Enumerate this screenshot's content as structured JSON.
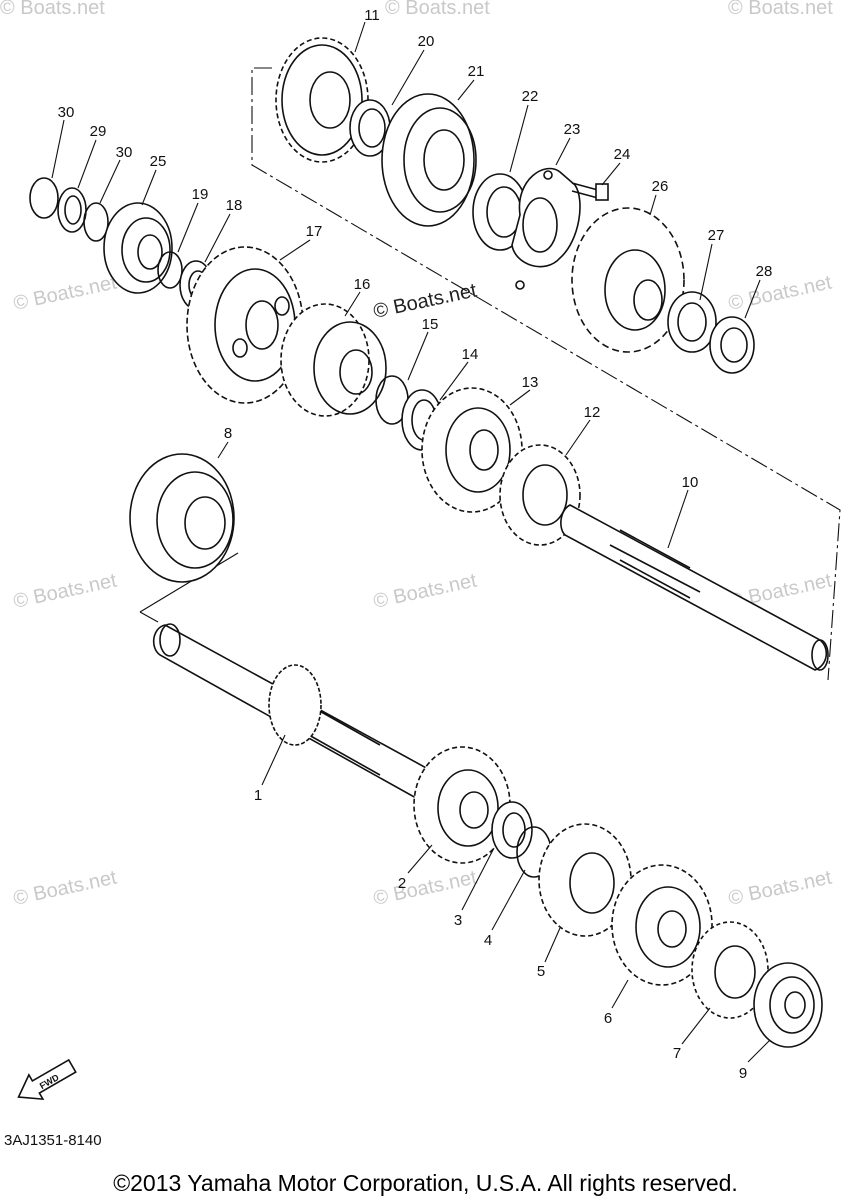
{
  "parts": [
    {
      "id": "1",
      "label": "1"
    },
    {
      "id": "2",
      "label": "2"
    },
    {
      "id": "3",
      "label": "3"
    },
    {
      "id": "4",
      "label": "4"
    },
    {
      "id": "5",
      "label": "5"
    },
    {
      "id": "6",
      "label": "6"
    },
    {
      "id": "7",
      "label": "7"
    },
    {
      "id": "8",
      "label": "8"
    },
    {
      "id": "9",
      "label": "9"
    },
    {
      "id": "10",
      "label": "10"
    },
    {
      "id": "11",
      "label": "11"
    },
    {
      "id": "12",
      "label": "12"
    },
    {
      "id": "13",
      "label": "13"
    },
    {
      "id": "14",
      "label": "14"
    },
    {
      "id": "15",
      "label": "15"
    },
    {
      "id": "16",
      "label": "16"
    },
    {
      "id": "17",
      "label": "17"
    },
    {
      "id": "18",
      "label": "18"
    },
    {
      "id": "19",
      "label": "19"
    },
    {
      "id": "20",
      "label": "20"
    },
    {
      "id": "21",
      "label": "21"
    },
    {
      "id": "22",
      "label": "22"
    },
    {
      "id": "23",
      "label": "23"
    },
    {
      "id": "24",
      "label": "24"
    },
    {
      "id": "25",
      "label": "25"
    },
    {
      "id": "26",
      "label": "26"
    },
    {
      "id": "27",
      "label": "27"
    },
    {
      "id": "28",
      "label": "28"
    },
    {
      "id": "29",
      "label": "29"
    },
    {
      "id": "30a",
      "label": "30"
    },
    {
      "id": "30b",
      "label": "30"
    }
  ],
  "watermark": "© Boats.net",
  "fwd_label": "FWD",
  "diagram_code": "3AJ1351-8140",
  "copyright": "©2013 Yamaha Motor Corporation, U.S.A. All rights reserved."
}
